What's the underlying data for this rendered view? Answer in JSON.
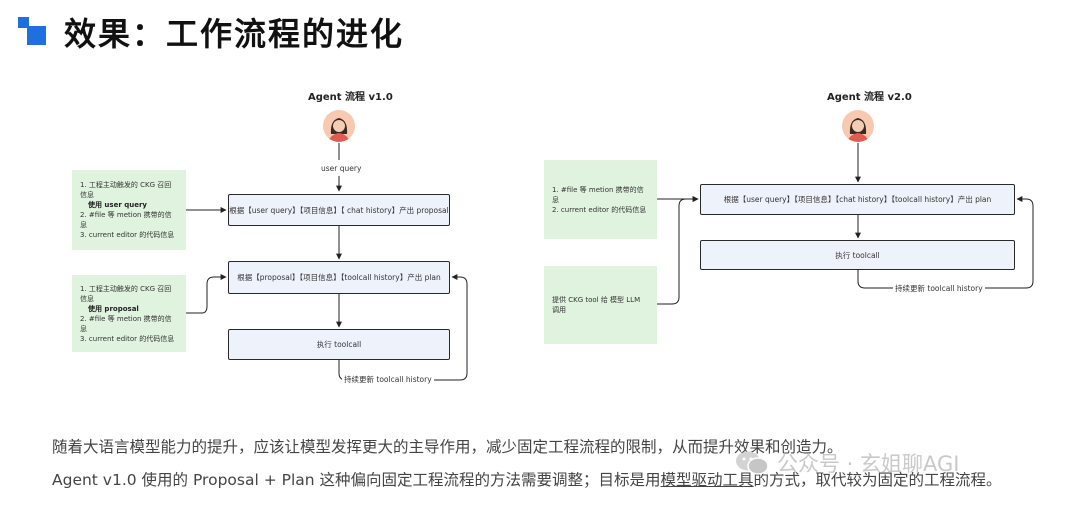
{
  "header": {
    "title": "效果：工作流程的进化"
  },
  "v1": {
    "title": "Agent 流程 v1.0",
    "edge_label_user_query": "user query",
    "note1": {
      "line1": "1. 工程主动触发的 CKG 召回信息",
      "line1b": "使用 user query",
      "line2": "2. #file 等 metion 携带的信息",
      "line3": "3. current editor 的代码信息"
    },
    "note2": {
      "line1": "1. 工程主动触发的 CKG 召回信息",
      "line1b": "使用 proposal",
      "line2": "2. #file 等 metion 携带的信息",
      "line3": "3. current editor 的代码信息"
    },
    "box_proposal": "根据【user query】【项目信息】【 chat history】产出 proposal",
    "box_plan": "根据【proposal】【项目信息】【toolcall history】产出 plan",
    "box_exec": "执行 toolcall",
    "loop_label": "持续更新 toolcall history"
  },
  "v2": {
    "title": "Agent 流程 v2.0",
    "note1": {
      "line1": "1. #file 等 metion 携带的信息",
      "line2": "2. current editor 的代码信息"
    },
    "note2": "提供 CKG tool 给 模型 LLM 调用",
    "box_plan": "根据【user query】【项目信息】【chat history】【toolcall history】产出 plan",
    "box_exec": "执行 toolcall",
    "loop_label": "持续更新 toolcall history"
  },
  "captions": {
    "line1": "随着大语言模型能力的提升，应该让模型发挥更大的主导作用，减少固定工程流程的限制，从而提升效果和创造力。",
    "line2_a": "Agent v1.0 使用的 Proposal + Plan 这种偏向固定工程流程的方法需要调整；目标是用",
    "line2_b": "模型驱动工具",
    "line2_c": "的方式，取代较为固定的工程流程。"
  },
  "watermark": {
    "text": "公众号 · 玄姐聊AGI",
    "icon": "wechat-icon"
  },
  "colors": {
    "accent_blue": "#1f6fe0",
    "note_green": "#dff3df",
    "box_fill": "#eef2fb",
    "avatar_bg": "#f7c9b0"
  }
}
